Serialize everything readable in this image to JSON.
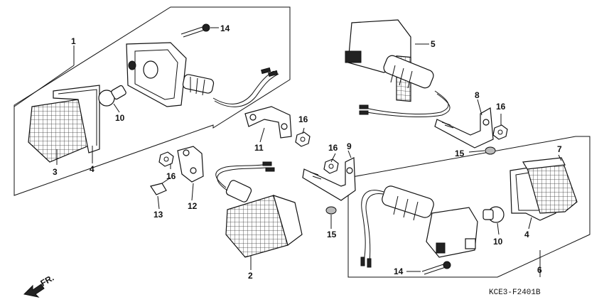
{
  "callouts": {
    "c1": "1",
    "c2": "2",
    "c3": "3",
    "c4a": "4",
    "c4b": "4",
    "c5": "5",
    "c6": "6",
    "c7": "7",
    "c8": "8",
    "c9": "9",
    "c10a": "10",
    "c10b": "10",
    "c11": "11",
    "c12": "12",
    "c13": "13",
    "c14a": "14",
    "c14b": "14",
    "c15a": "15",
    "c15b": "15",
    "c16a": "16",
    "c16b": "16",
    "c16c": "16",
    "c16d": "16"
  },
  "direction_label": "FR.",
  "diagram_code": "KCE3-F2401B",
  "colors": {
    "line": "#111111",
    "background": "#ffffff"
  }
}
